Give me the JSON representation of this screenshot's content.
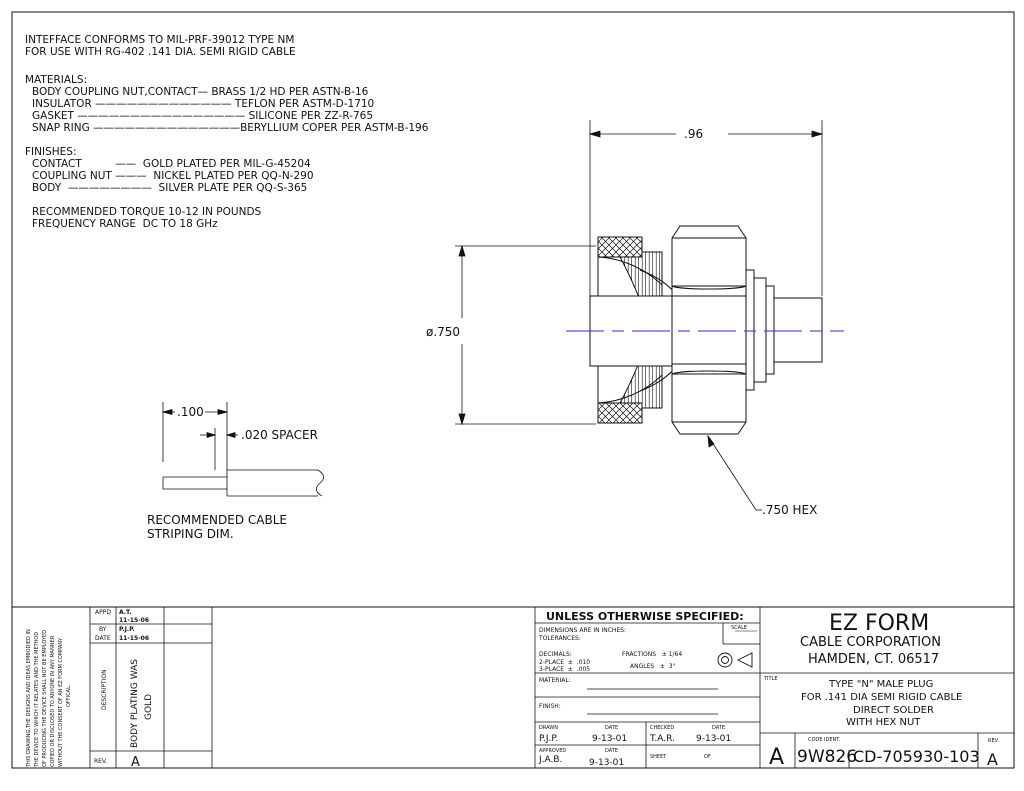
{
  "notes": {
    "line1": "INTEFFACE CONFORMS TO MIL-PRF-39012 TYPE NM",
    "line2": "FOR USE WITH RG-402 .141 DIA. SEMI RIGID CABLE",
    "materials_heading": "MATERIALS:",
    "materials": [
      "BODY COUPLING NUT,CONTACT— BRASS 1/2 HD PER ASTN-B-16",
      "INSULATOR ————————————— TEFLON PER ASTM-D-1710",
      "GASKET ———————————————— SILICONE PER ZZ-R-765",
      "SNAP RING ——————————————BERYLLIUM COPER PER ASTM-B-196"
    ],
    "finishes_heading": "FINISHES:",
    "finishes": [
      "CONTACT          ——  GOLD PLATED PER MIL-G-45204",
      "COUPLING NUT ———  NICKEL PLATED PER QQ-N-290",
      "BODY  ————————  SILVER PLATE PER QQ-S-365"
    ],
    "torque": "RECOMMENDED TORQUE 10-12 IN POUNDS",
    "frequency": "FREQUENCY RANGE  DC TO 18 GHz"
  },
  "dimensions": {
    "length": ".96",
    "diameter": "ø.750",
    "hex": ".750 HEX",
    "strip_length": ".100",
    "spacer": ".020 SPACER",
    "strip_caption_1": "RECOMMENDED CABLE",
    "strip_caption_2": "STRIPING DIM."
  },
  "revision_block": {
    "disclaimer": [
      "THIS DRAWING,THE DESIGNS AND IDEAS EMBODIED IN",
      "THE DEVICE TO WHICH IT RELATES AND THE METHOD",
      "OF PRODUCING THE DEVICE SHALL NOT BE EMPLOYED",
      "COPIED OR DISCLOSED TO ANYONE IN ANY MANNER",
      "WITHOUT THE CONSENT OF AN EZ FORM COMPANY",
      "OFFICAL."
    ],
    "appd_label": "APPD",
    "appd_value": "A.T.",
    "appd_date": "11-15-06",
    "by_label": "BY",
    "by_value": "P.J.P.",
    "date_label": "DATE",
    "date_value": "11-15-06",
    "description_label": "DESCRIPTION",
    "description_line1": "BODY PLATING WAS",
    "description_line2": "GOLD",
    "rev_label": "REV.",
    "rev_value": "A"
  },
  "tolerance_block": {
    "heading": "UNLESS OTHERWISE SPECIFIED:",
    "dims_note_1": "DIMENSIONS ARE IN INCHES:",
    "dims_note_2": "TOLERANCES:",
    "scale_label": "SCALE",
    "decimals_label": "DECIMALS:",
    "two_place": "2-PLACE  ±  .010",
    "three_place": "3-PLACE  ±  .005",
    "fractions": "FRACTIONS   ± 1/64",
    "angles": "ANGLES   ±  3°",
    "material_label": "MATERIAL:",
    "finish_label": "FINISH:",
    "drawn_label": "DRAWN",
    "drawn_by": "P.J.P.",
    "drawn_date_label": "DATE",
    "drawn_date": "9-13-01",
    "checked_label": "CHECKED",
    "checked_by": "T.A.R.",
    "checked_date_label": "DATE",
    "checked_date": "9-13-01",
    "approved_label": "APPROVED",
    "approved_by": "J.A.B.",
    "approved_date_label": "DATE",
    "approved_date": "9-13-01",
    "sheet_label": "SHEET",
    "of_label": "OF"
  },
  "company": {
    "name": "EZ FORM",
    "subname": "CABLE CORPORATION",
    "location": "HAMDEN, CT. 06517"
  },
  "title_block": {
    "title_label": "TITLE",
    "title_lines": [
      "TYPE \"N\" MALE PLUG",
      "FOR .141 DIA SEMI RIGID CABLE",
      "DIRECT SOLDER",
      "WITH HEX NUT"
    ],
    "size": "A",
    "code_ident_label": "CODE IDENT.",
    "code_ident": "9W826",
    "drawing_number": "CD-705930-103",
    "rev_label": "REV.",
    "rev": "A"
  },
  "colors": {
    "line": "#111111",
    "centerline": "#2a2ad8"
  }
}
